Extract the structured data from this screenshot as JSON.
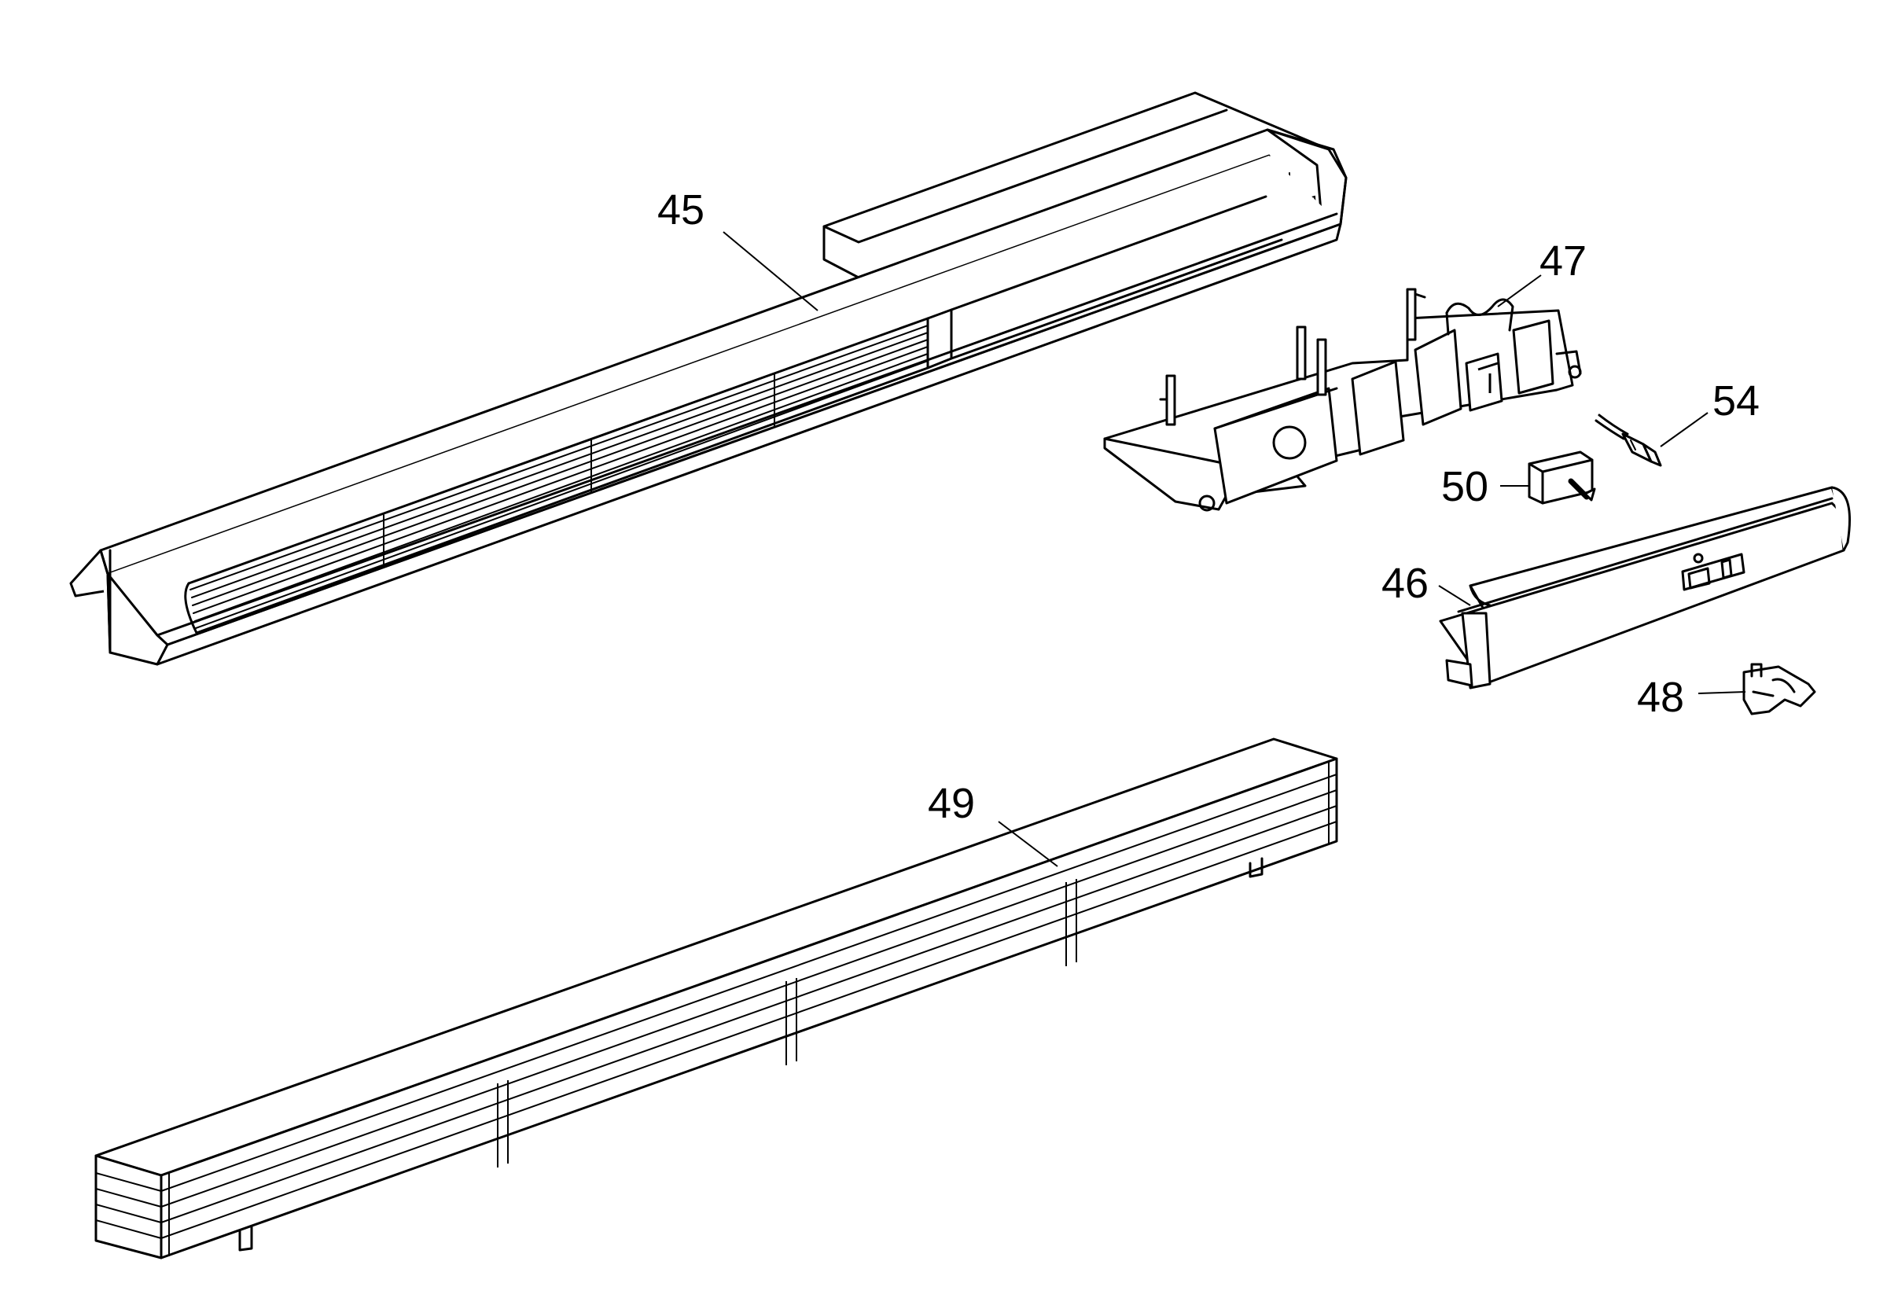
{
  "diagram": {
    "callouts": {
      "c45": "45",
      "c47": "47",
      "c54": "54",
      "c50": "50",
      "c46": "46",
      "c48": "48",
      "c49": "49"
    }
  }
}
